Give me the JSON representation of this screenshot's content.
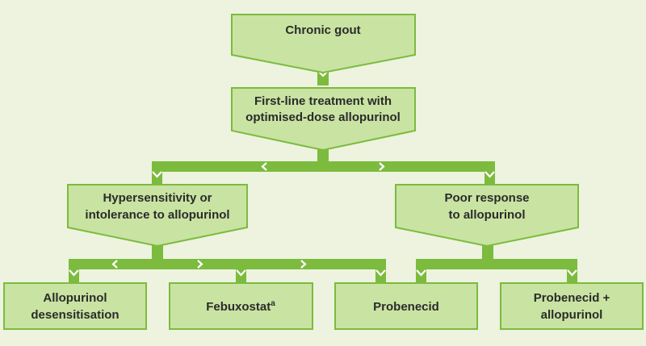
{
  "colors": {
    "background": "#edf3df",
    "box_fill": "#c9e3a2",
    "box_stroke": "#7cbb3e",
    "connector": "#7cbb3e",
    "text": "#2b2b2b"
  },
  "nodes": {
    "chronic_gout": {
      "line1": "Chronic gout"
    },
    "first_line": {
      "line1": "First-line treatment with",
      "line2": "optimised-dose allopurinol"
    },
    "hypersensitivity": {
      "line1": "Hypersensitivity or",
      "line2": "intolerance to allopurinol"
    },
    "poor_response": {
      "line1": "Poor response",
      "line2": "to allopurinol"
    },
    "desensitisation": {
      "line1": "Allopurinol",
      "line2": "desensitisation"
    },
    "febuxostat": {
      "line1": "Febuxostat",
      "superscript": "a"
    },
    "probenecid": {
      "line1": "Probenecid"
    },
    "probenecid_allopurinol": {
      "line1": "Probenecid +",
      "line2": "allopurinol"
    }
  }
}
